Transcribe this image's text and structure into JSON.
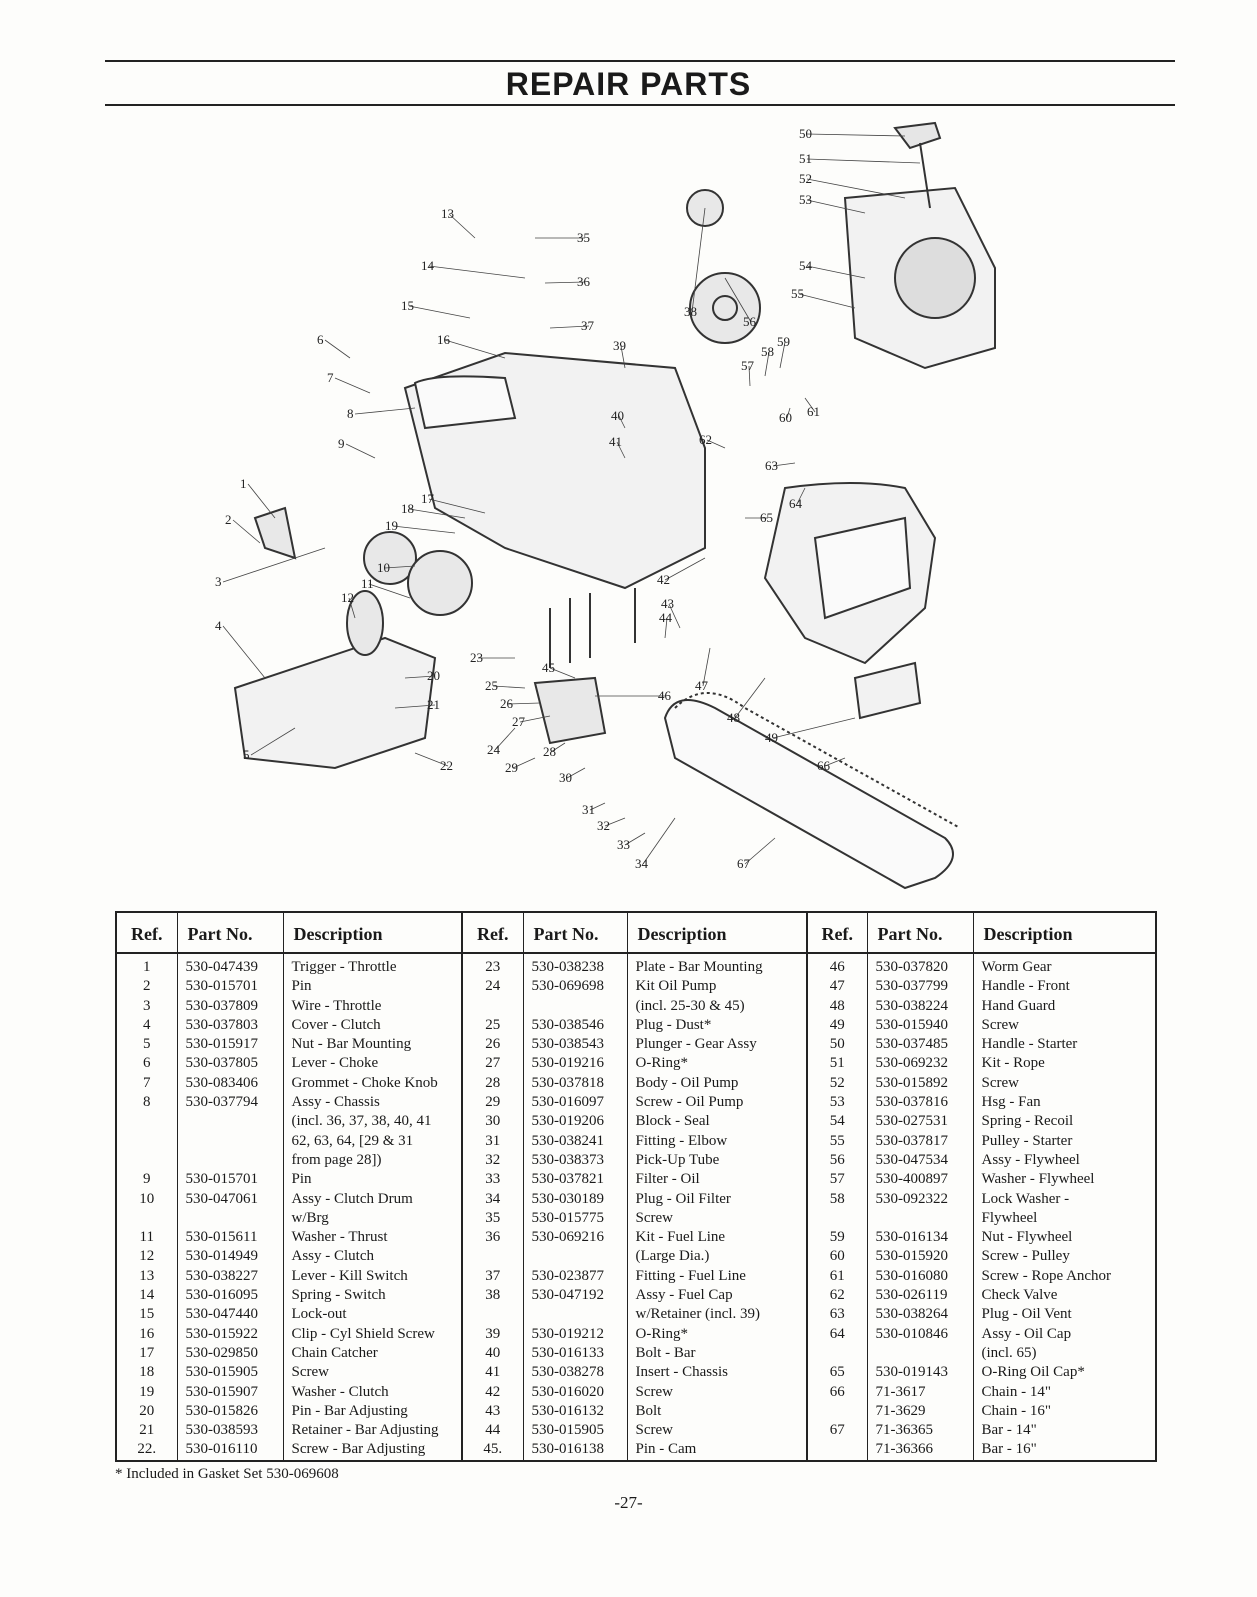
{
  "page": {
    "title": "REPAIR PARTS",
    "footnote": "* Included in Gasket Set 530-069608",
    "page_number": "-27-"
  },
  "diagram": {
    "callouts": [
      "1",
      "2",
      "3",
      "4",
      "5",
      "6",
      "7",
      "8",
      "9",
      "10",
      "11",
      "12",
      "13",
      "14",
      "15",
      "16",
      "17",
      "18",
      "19",
      "20",
      "21",
      "22",
      "23",
      "24",
      "25",
      "26",
      "27",
      "28",
      "29",
      "30",
      "31",
      "32",
      "33",
      "34",
      "35",
      "36",
      "37",
      "38",
      "39",
      "40",
      "41",
      "42",
      "43",
      "44",
      "45",
      "46",
      "47",
      "48",
      "49",
      "50",
      "51",
      "52",
      "53",
      "54",
      "55",
      "56",
      "57",
      "58",
      "59",
      "60",
      "61",
      "62",
      "63",
      "64",
      "65",
      "66",
      "67"
    ]
  },
  "table": {
    "headers": [
      "Ref.",
      "Part No.",
      "Description",
      "Ref.",
      "Part No.",
      "Description",
      "Ref.",
      "Part No.",
      "Description"
    ],
    "rows": [
      [
        "1",
        "530-047439",
        "Trigger - Throttle",
        "23",
        "530-038238",
        "Plate - Bar Mounting",
        "46",
        "530-037820",
        "Worm Gear"
      ],
      [
        "2",
        "530-015701",
        "Pin",
        "24",
        "530-069698",
        "Kit Oil Pump",
        "47",
        "530-037799",
        "Handle - Front"
      ],
      [
        "3",
        "530-037809",
        "Wire - Throttle",
        "",
        "",
        "(incl. 25-30 & 45)",
        "48",
        "530-038224",
        "Hand Guard"
      ],
      [
        "4",
        "530-037803",
        "Cover - Clutch",
        "25",
        "530-038546",
        "Plug - Dust*",
        "49",
        "530-015940",
        "Screw"
      ],
      [
        "5",
        "530-015917",
        "Nut - Bar Mounting",
        "26",
        "530-038543",
        "Plunger - Gear Assy",
        "50",
        "530-037485",
        "Handle - Starter"
      ],
      [
        "6",
        "530-037805",
        "Lever - Choke",
        "27",
        "530-019216",
        "O-Ring*",
        "51",
        "530-069232",
        "Kit - Rope"
      ],
      [
        "7",
        "530-083406",
        "Grommet - Choke Knob",
        "28",
        "530-037818",
        "Body - Oil Pump",
        "52",
        "530-015892",
        "Screw"
      ],
      [
        "8",
        "530-037794",
        "Assy - Chassis",
        "29",
        "530-016097",
        "Screw - Oil Pump",
        "53",
        "530-037816",
        "Hsg - Fan"
      ],
      [
        "",
        "",
        "(incl. 36, 37, 38, 40, 41",
        "30",
        "530-019206",
        "Block - Seal",
        "54",
        "530-027531",
        "Spring - Recoil"
      ],
      [
        "",
        "",
        "62, 63, 64, [29 & 31",
        "31",
        "530-038241",
        "Fitting - Elbow",
        "55",
        "530-037817",
        "Pulley - Starter"
      ],
      [
        "",
        "",
        "from page 28])",
        "32",
        "530-038373",
        "Pick-Up Tube",
        "56",
        "530-047534",
        "Assy - Flywheel"
      ],
      [
        "9",
        "530-015701",
        "Pin",
        "33",
        "530-037821",
        "Filter - Oil",
        "57",
        "530-400897",
        "Washer - Flywheel"
      ],
      [
        "10",
        "530-047061",
        "Assy - Clutch Drum",
        "34",
        "530-030189",
        "Plug - Oil Filter",
        "58",
        "530-092322",
        "Lock Washer -"
      ],
      [
        "",
        "",
        "w/Brg",
        "35",
        "530-015775",
        "Screw",
        "",
        "",
        "Flywheel"
      ],
      [
        "11",
        "530-015611",
        "Washer - Thrust",
        "36",
        "530-069216",
        "Kit - Fuel Line",
        "59",
        "530-016134",
        "Nut - Flywheel"
      ],
      [
        "12",
        "530-014949",
        "Assy - Clutch",
        "",
        "",
        "(Large Dia.)",
        "60",
        "530-015920",
        "Screw - Pulley"
      ],
      [
        "13",
        "530-038227",
        "Lever - Kill Switch",
        "37",
        "530-023877",
        "Fitting - Fuel Line",
        "61",
        "530-016080",
        "Screw - Rope Anchor"
      ],
      [
        "14",
        "530-016095",
        "Spring - Switch",
        "38",
        "530-047192",
        "Assy - Fuel Cap",
        "62",
        "530-026119",
        "Check Valve"
      ],
      [
        "15",
        "530-047440",
        "Lock-out",
        "",
        "",
        "w/Retainer (incl. 39)",
        "63",
        "530-038264",
        "Plug - Oil Vent"
      ],
      [
        "16",
        "530-015922",
        "Clip - Cyl Shield Screw",
        "39",
        "530-019212",
        "O-Ring*",
        "64",
        "530-010846",
        "Assy - Oil Cap"
      ],
      [
        "17",
        "530-029850",
        "Chain Catcher",
        "40",
        "530-016133",
        "Bolt - Bar",
        "",
        "",
        "(incl. 65)"
      ],
      [
        "18",
        "530-015905",
        "Screw",
        "41",
        "530-038278",
        "Insert - Chassis",
        "65",
        "530-019143",
        "O-Ring Oil Cap*"
      ],
      [
        "19",
        "530-015907",
        "Washer - Clutch",
        "42",
        "530-016020",
        "Screw",
        "66",
        "71-3617",
        "Chain - 14\""
      ],
      [
        "20",
        "530-015826",
        "Pin - Bar Adjusting",
        "43",
        "530-016132",
        "Bolt",
        "",
        "71-3629",
        "Chain - 16\""
      ],
      [
        "21",
        "530-038593",
        "Retainer - Bar Adjusting",
        "44",
        "530-015905",
        "Screw",
        "67",
        "71-36365",
        "Bar - 14\""
      ],
      [
        "22.",
        "530-016110",
        "Screw - Bar Adjusting",
        "45.",
        "530-016138",
        "Pin - Cam",
        "",
        "71-36366",
        "Bar - 16\""
      ]
    ]
  }
}
